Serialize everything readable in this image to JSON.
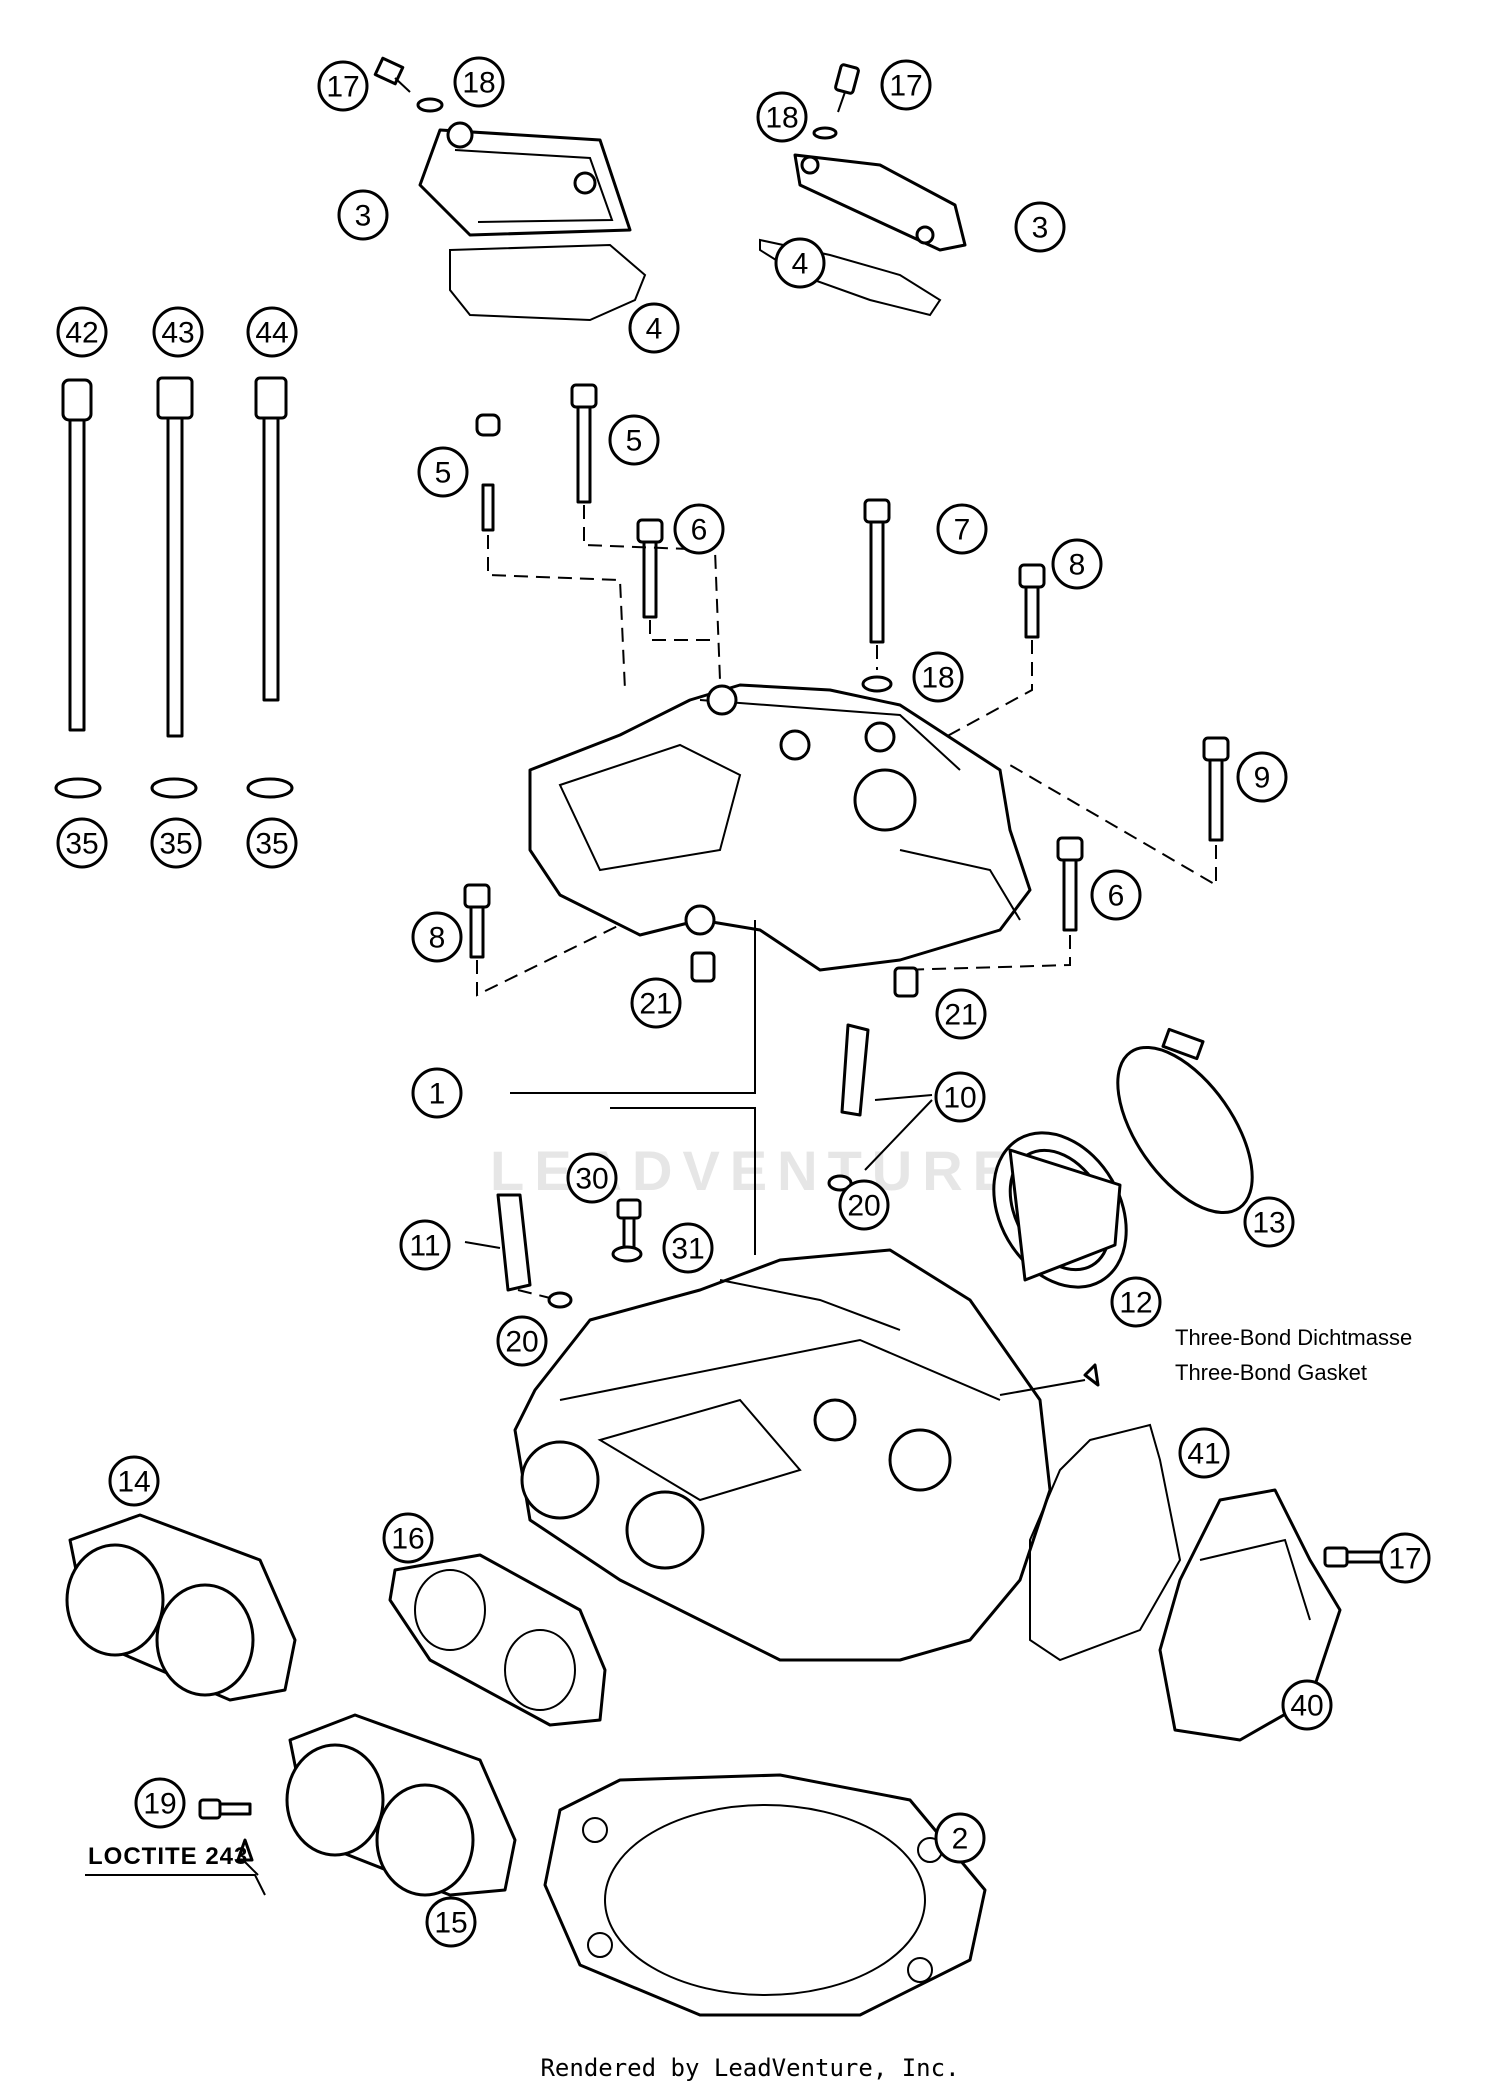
{
  "diagram": {
    "watermark": "LEADVENTURE",
    "callouts": [
      "17",
      "18",
      "3",
      "4",
      "17",
      "18",
      "3",
      "4",
      "42",
      "43",
      "44",
      "5",
      "5",
      "6",
      "7",
      "8",
      "18",
      "9",
      "6",
      "8",
      "35",
      "35",
      "35",
      "21",
      "21",
      "1",
      "10",
      "30",
      "31",
      "20",
      "13",
      "11",
      "12",
      "20",
      "14",
      "16",
      "41",
      "17",
      "40",
      "19",
      "15",
      "2"
    ],
    "notes": {
      "threebond_line1": "Three-Bond Dichtmasse",
      "threebond_line2": "Three-Bond Gasket",
      "loctite": "LOCTITE 243"
    },
    "footer": "Rendered by LeadVenture, Inc."
  }
}
